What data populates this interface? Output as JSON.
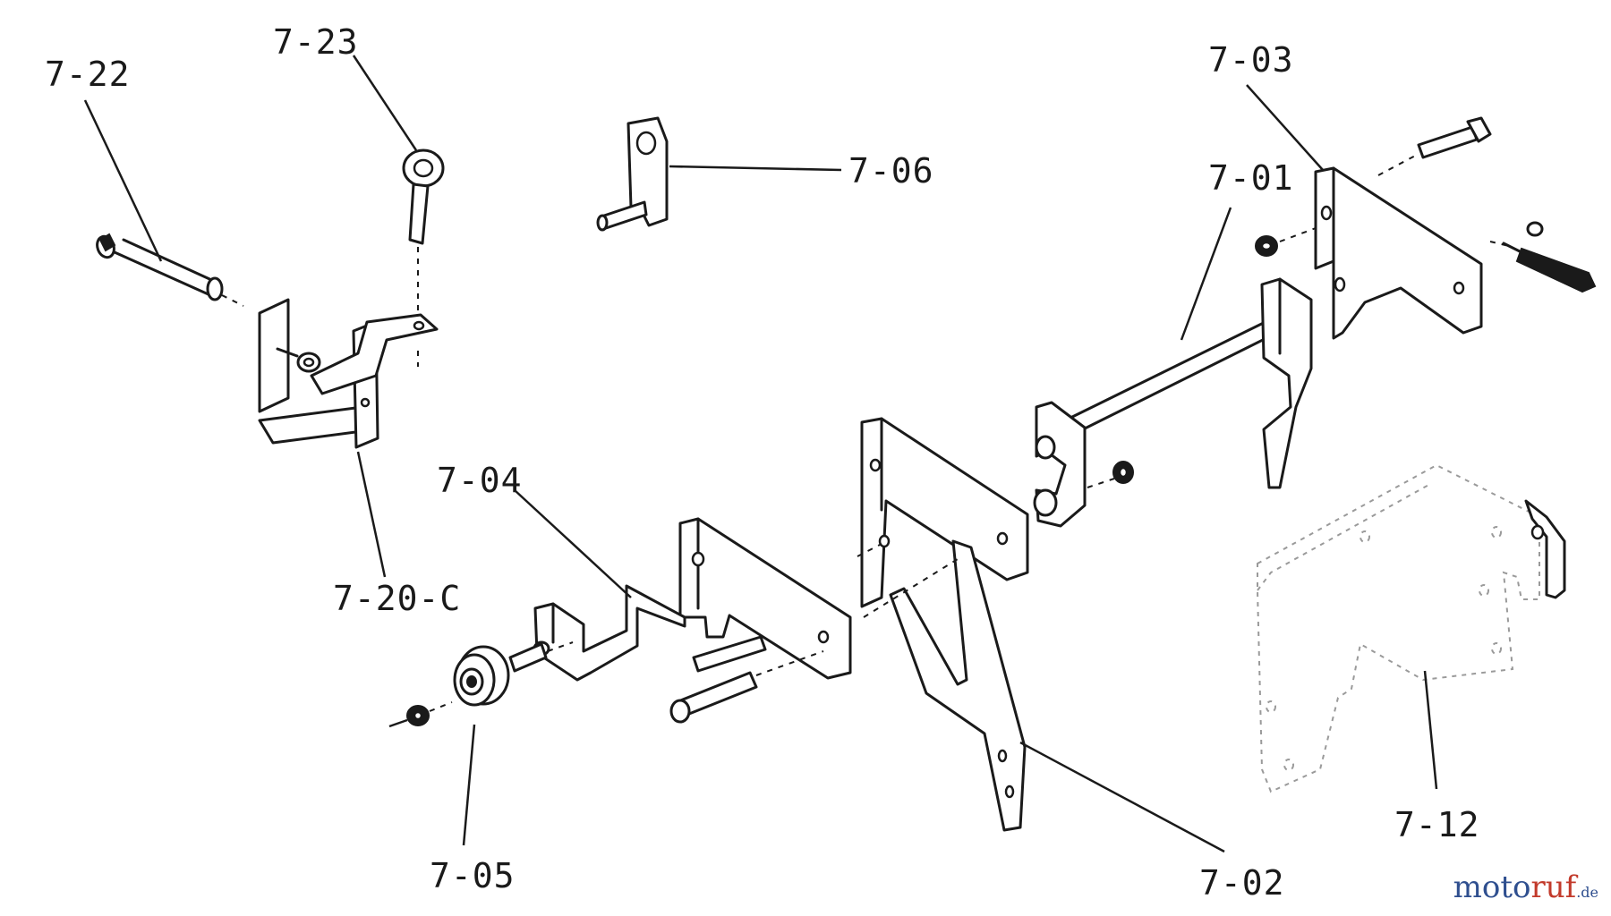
{
  "labels": {
    "p7_22": "7-22",
    "p7_23": "7-23",
    "p7_06": "7-06",
    "p7_03": "7-03",
    "p7_01": "7-01",
    "p7_04": "7-04",
    "p7_20c": "7-20-C",
    "p7_05": "7-05",
    "p7_02": "7-02",
    "p7_12": "7-12"
  },
  "watermark": {
    "part1": "moto",
    "part2": "ruf",
    "tld": ".de"
  },
  "colors": {
    "line": "#1a1a1a",
    "watermark_blue": "#2f4f8f",
    "watermark_red": "#c23a2b"
  }
}
